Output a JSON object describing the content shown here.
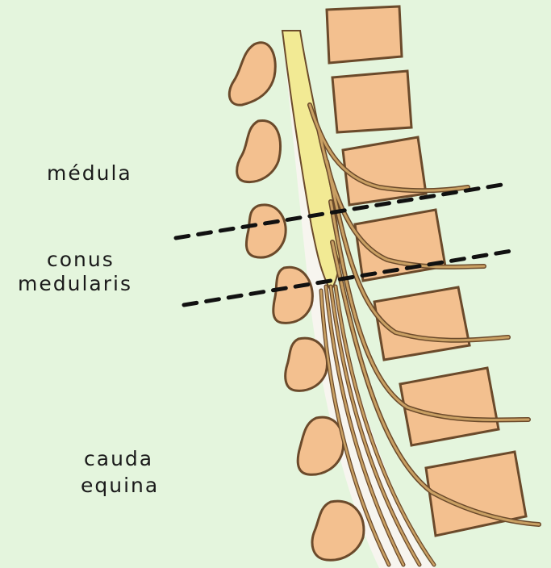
{
  "labels": {
    "medula": "médula",
    "conus_line1": "conus",
    "conus_line2": "medularis",
    "cauda_line1": "cauda",
    "cauda_line2": "equina"
  },
  "colors": {
    "background": "#e4f5dd",
    "bone": "#f3c08f",
    "bone_outline": "#6b4a2b",
    "spinal_cord": "#f2ea94",
    "nerve": "#c9a063",
    "nerve_outline": "#6b4a2b",
    "dashed_line": "#111111"
  }
}
